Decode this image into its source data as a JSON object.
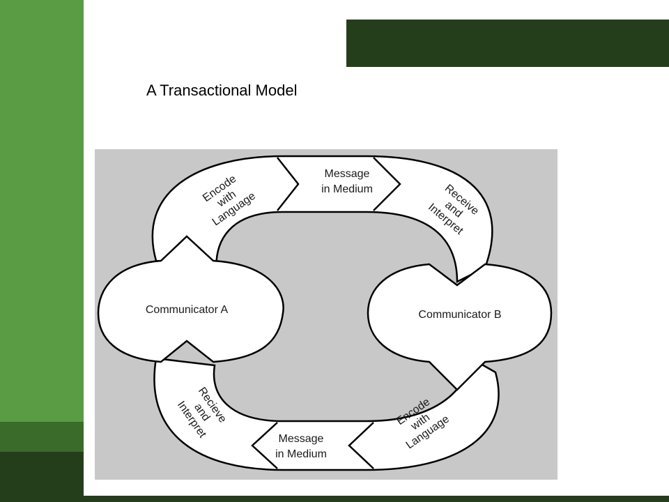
{
  "slide": {
    "title": "A Transactional Model"
  },
  "diagram": {
    "communicator_a": "Communicator A",
    "communicator_b": "Communicator B",
    "top_encode": [
      "Encode",
      "with",
      "Language"
    ],
    "top_message": [
      "Message",
      "in Medium"
    ],
    "top_receive": [
      "Receive",
      "and",
      "Interpret"
    ],
    "bottom_receive": [
      "Recieve",
      "and",
      "Interpret"
    ],
    "bottom_message": [
      "Message",
      "in Medium"
    ],
    "bottom_encode": [
      "Encode",
      "with",
      "Language"
    ]
  },
  "colors": {
    "accent_green": "#5a9c44",
    "mid_green": "#3a6b2b",
    "dark_green": "#243e1b",
    "diagram_background": "#c8c8c8",
    "shape_fill": "#ffffff",
    "shape_stroke": "#000000"
  }
}
